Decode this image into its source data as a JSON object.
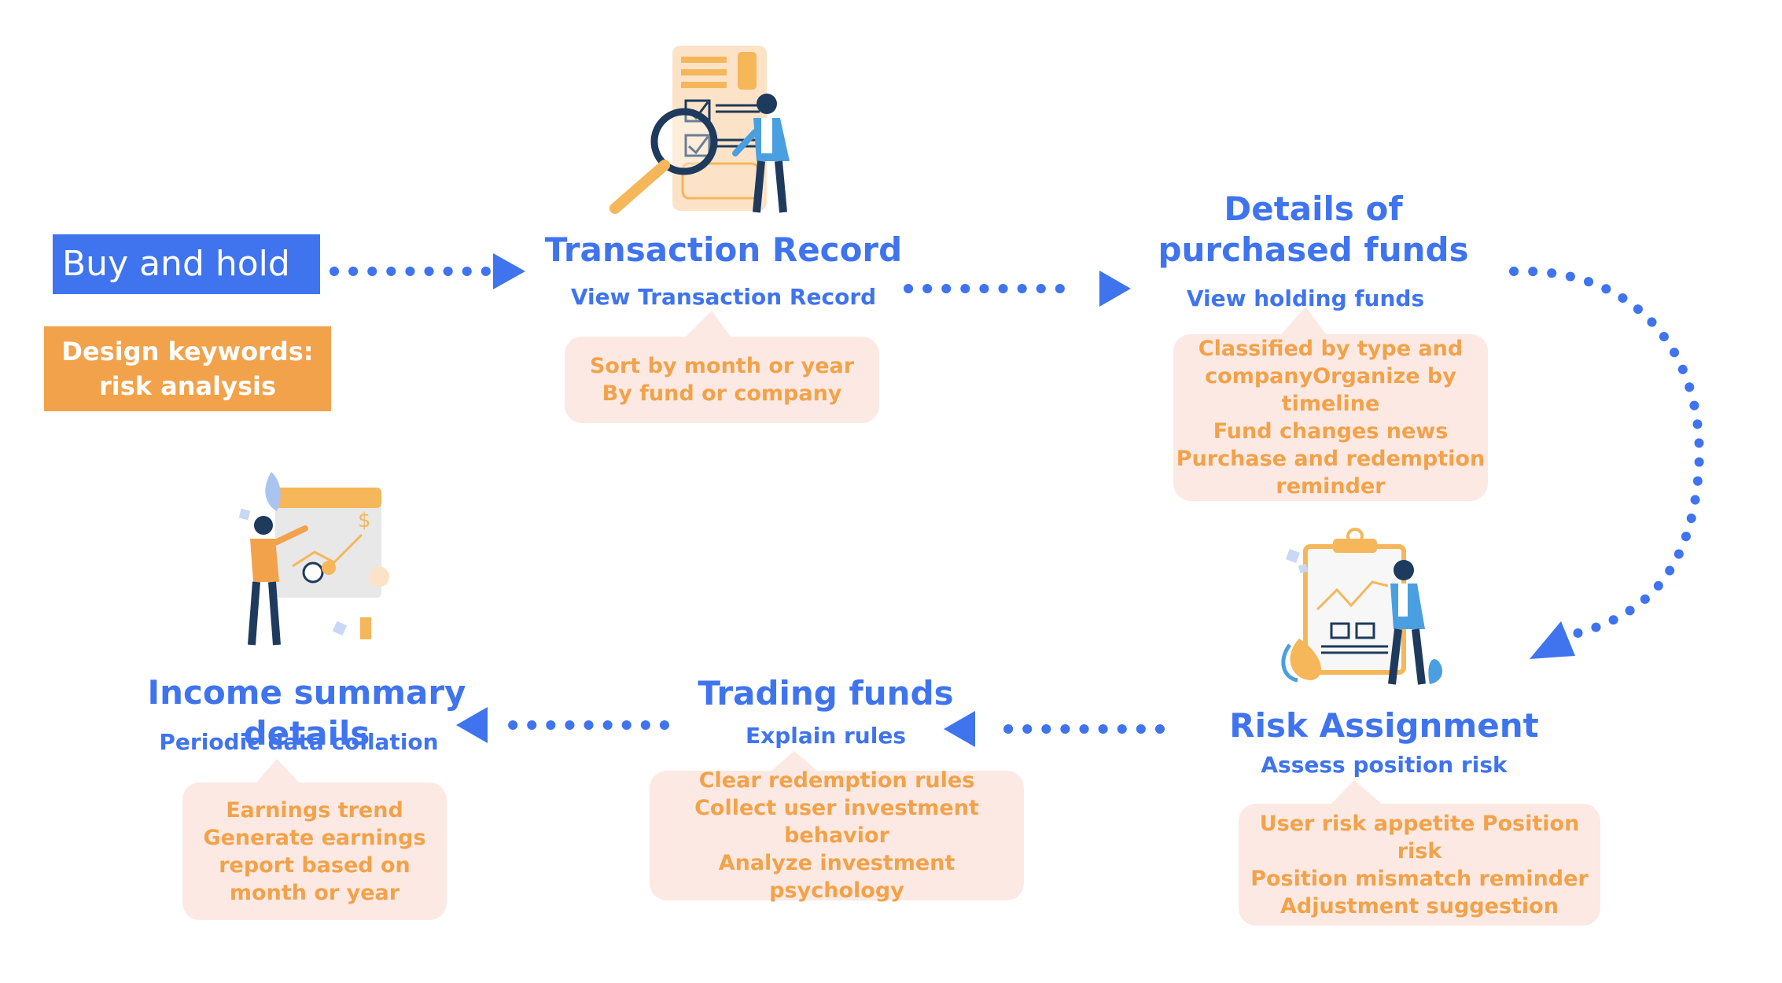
{
  "badge_primary": "Buy and hold",
  "badge_keywords": [
    "Design keywords:",
    "risk analysis"
  ],
  "steps": {
    "transaction": {
      "title": "Transaction Record",
      "subtitle": "View Transaction Record",
      "notes": [
        "Sort by month or year",
        "By fund or company"
      ]
    },
    "purchased": {
      "title": [
        "Details of",
        "purchased funds"
      ],
      "subtitle": "View holding funds",
      "notes": [
        "Classified by type and",
        "companyOrganize by timeline",
        "Fund changes news",
        "Purchase and redemption",
        "reminder"
      ]
    },
    "risk": {
      "title": "Risk Assignment",
      "subtitle": "Assess position risk",
      "notes": [
        "User risk appetite Position risk",
        "Position mismatch reminder",
        "Adjustment suggestion"
      ]
    },
    "trading": {
      "title": "Trading funds",
      "subtitle": "Explain rules",
      "notes": [
        "Clear redemption rules",
        "Collect user investment behavior",
        "Analyze investment psychology"
      ]
    },
    "income": {
      "title": "Income summary details",
      "subtitle": "Periodic data collation",
      "notes": [
        "Earnings trend",
        "Generate earnings",
        "report based on",
        "month or year"
      ]
    }
  },
  "colors": {
    "accent_blue": "#3F74EE",
    "accent_orange": "#F2A24A",
    "note_bg": "#FCE9E3"
  }
}
